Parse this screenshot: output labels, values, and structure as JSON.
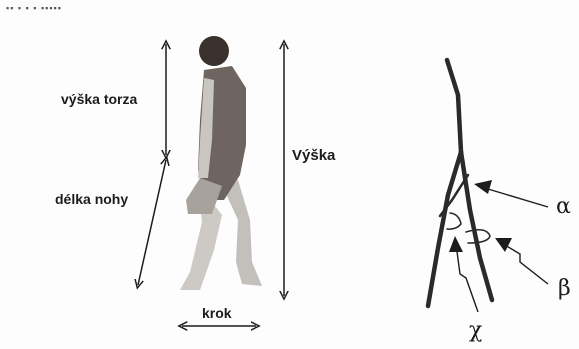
{
  "labels": {
    "torso": "výška torza",
    "leg": "délka nohy",
    "height": "Výška",
    "step": "krok"
  },
  "angles": {
    "alpha": "α",
    "beta": "β",
    "chi": "χ"
  },
  "colors": {
    "ink": "#1c1c1c",
    "head": "#3a302c",
    "body_dark": "#6b625d",
    "body_light": "#c9c5c1",
    "background": "#fdfdfd"
  }
}
